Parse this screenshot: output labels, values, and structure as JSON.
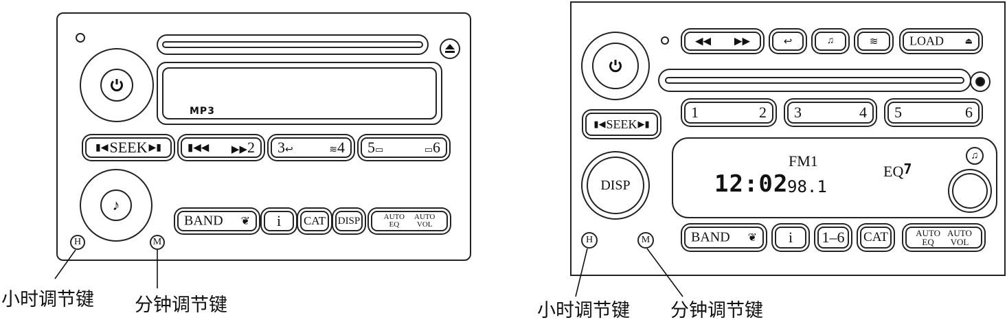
{
  "left_radio": {
    "seek": "SEEK",
    "btn12": {
      "right": "2"
    },
    "btn34": {
      "left": "3",
      "right": "4"
    },
    "btn56": {
      "left": "5",
      "right": "6"
    },
    "band": "BAND",
    "info": "i",
    "cat": "CAT",
    "disp": "DISP",
    "auto_eq": {
      "top": "AUTO",
      "bottom": "EQ"
    },
    "auto_vol": {
      "top": "AUTO",
      "bottom": "VOL"
    },
    "mp3_logo": "MP3",
    "hour_key": "H",
    "minute_key": "M"
  },
  "right_radio": {
    "load": "LOAD",
    "seek": "SEEK",
    "preset_1": "1",
    "preset_2": "2",
    "preset_3": "3",
    "preset_4": "4",
    "preset_5": "5",
    "preset_6": "6",
    "disp": "DISP",
    "display": {
      "time": "12:02",
      "band": "FM1",
      "freq": "98.1",
      "eq": "EQ",
      "eq_level": "7"
    },
    "band": "BAND",
    "info": "i",
    "range": "1–6",
    "cat": "CAT",
    "auto_eq": {
      "top": "AUTO",
      "bottom": "EQ"
    },
    "auto_vol": {
      "top": "AUTO",
      "bottom": "VOL"
    },
    "hour_key": "H",
    "minute_key": "M"
  },
  "captions": {
    "left_hour": "小时调节键",
    "left_minute": "分钟调节键",
    "right_hour": "小时调节键",
    "right_minute": "分钟调节键"
  }
}
